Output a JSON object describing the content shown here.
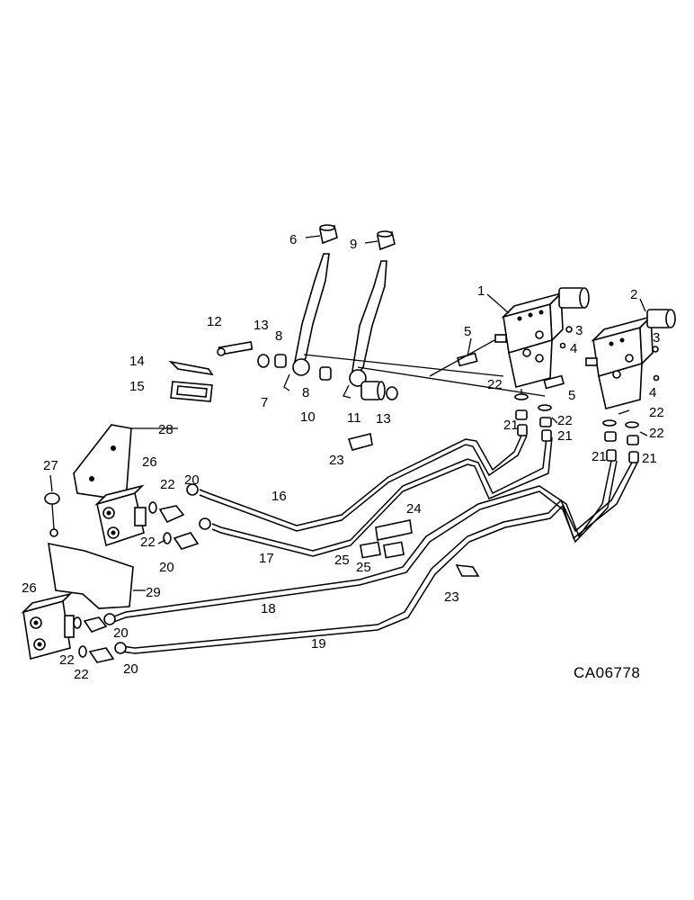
{
  "drawing_code": "CA06778",
  "callouts": {
    "c1": "1",
    "c2": "2",
    "c3a": "3",
    "c3b": "3",
    "c4a": "4",
    "c4b": "4",
    "c5a": "5",
    "c5b": "5",
    "c6": "6",
    "c7": "7",
    "c8a": "8",
    "c8b": "8",
    "c9": "9",
    "c10": "10",
    "c11": "11",
    "c12": "12",
    "c13a": "13",
    "c13b": "13",
    "c14": "14",
    "c15": "15",
    "c16": "16",
    "c17": "17",
    "c18": "18",
    "c19": "19",
    "c20a": "20",
    "c20b": "20",
    "c20c": "20",
    "c20d": "20",
    "c21a": "21",
    "c21b": "21",
    "c21c": "21",
    "c21d": "21",
    "c22a": "22",
    "c22b": "22",
    "c22c": "22",
    "c22d": "22",
    "c22e": "22",
    "c22f": "22",
    "c22g": "22",
    "c22h": "22",
    "c23a": "23",
    "c23b": "23",
    "c24": "24",
    "c25a": "25",
    "c25b": "25",
    "c26a": "26",
    "c26b": "26",
    "c27": "27",
    "c28": "28",
    "c29": "29"
  }
}
